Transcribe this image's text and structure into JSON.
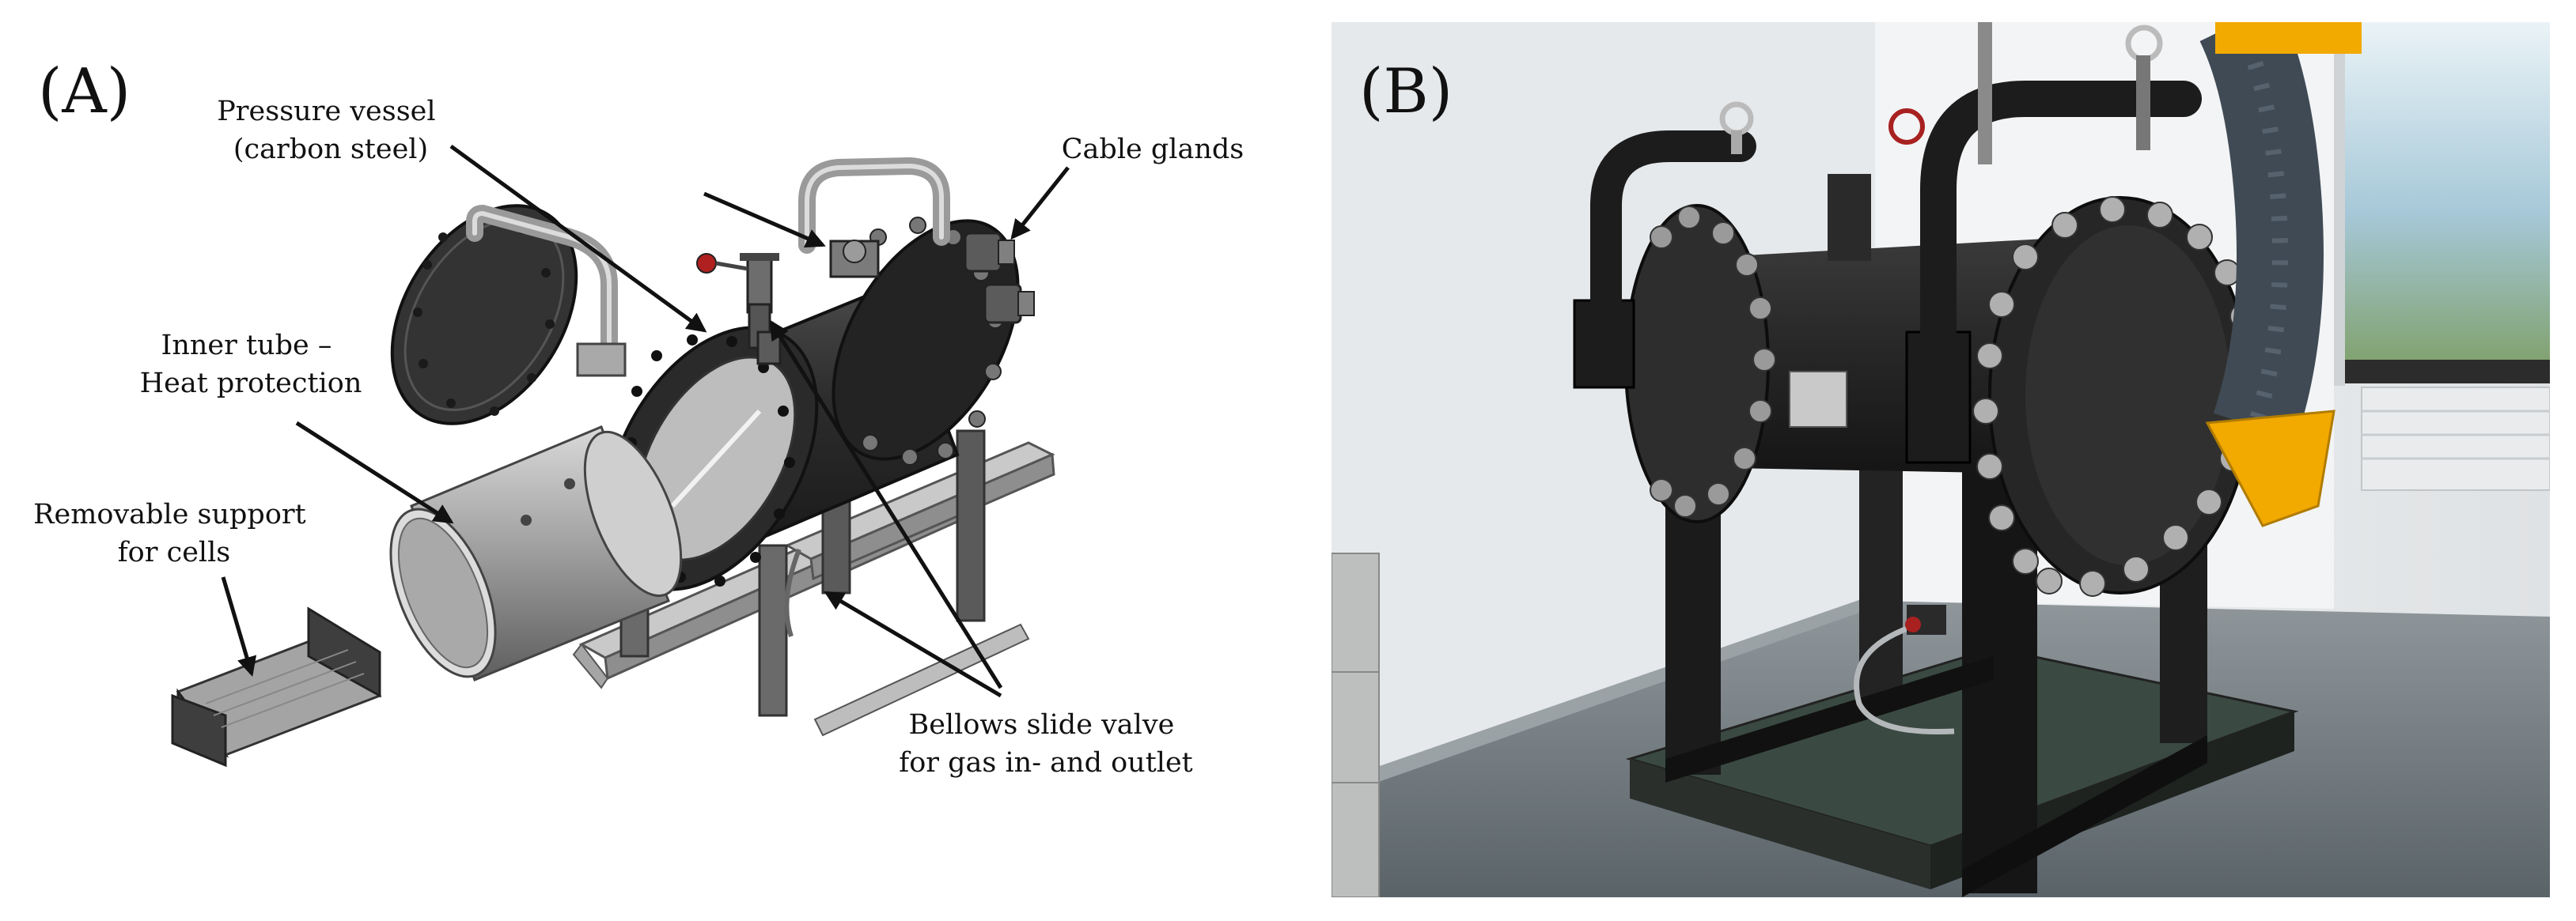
{
  "panels": [
    {
      "id": "A",
      "label": "(A)"
    },
    {
      "id": "B",
      "label": "(B)"
    }
  ],
  "callouts": {
    "pressure_vessel": [
      "Pressure vessel",
      "(carbon steel)"
    ],
    "cable_glands": [
      "Cable glands"
    ],
    "inner_tube": [
      "Inner tube –",
      "Heat protection"
    ],
    "removable_support": [
      "Removable support",
      "for cells"
    ],
    "bellows_valve": [
      "Bellows slide valve",
      "for gas in- and outlet"
    ]
  },
  "colors": {
    "steel_dark": "#2b2b2b",
    "steel_mid": "#3c3c3c",
    "steel_light": "#9c9c9c",
    "galvanized": "#b8b8b8",
    "hose_yellow": "#f2a900",
    "floor": "#6f7a80",
    "wall": "#e9ecee",
    "window": "#9fc9de"
  }
}
